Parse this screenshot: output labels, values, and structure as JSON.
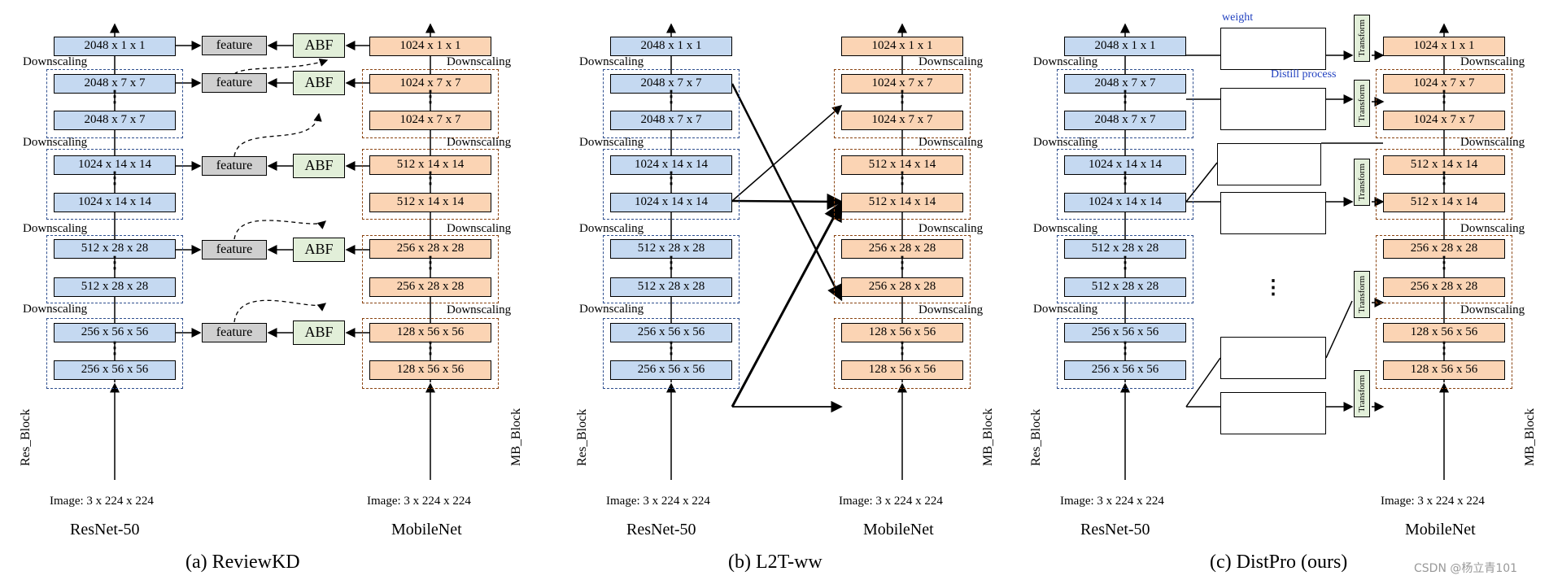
{
  "panels": [
    {
      "caption": "(a) ReviewKD",
      "left_net": "ResNet-50",
      "right_net": "MobileNet"
    },
    {
      "caption": "(b) L2T-ww",
      "left_net": "ResNet-50",
      "right_net": "MobileNet"
    },
    {
      "caption": "(c) DistPro (ours)",
      "left_net": "ResNet-50",
      "right_net": "MobileNet"
    }
  ],
  "resnet_boxes": [
    "2048 x 1 x 1",
    "2048 x 7 x 7",
    "2048 x 7 x 7",
    "1024 x 14 x 14",
    "1024 x 14 x 14",
    "512 x 28 x 28",
    "512 x 28 x 28",
    "256 x 56 x 56",
    "256 x 56 x 56"
  ],
  "mobilenet_boxes": [
    "1024 x 1 x 1",
    "1024 x 7 x 7",
    "1024 x 7 x 7",
    "512 x 14 x 14",
    "512 x 14 x 14",
    "256 x 28 x 28",
    "256 x 28 x 28",
    "128 x 56 x 56",
    "128 x 56 x 56"
  ],
  "labels": {
    "downscaling": "Downscaling",
    "res_block": "Res_Block",
    "mb_block": "MB_Block",
    "image_input": "Image: 3 x 224 x 224",
    "feature": "feature",
    "abf": "ABF",
    "transform": "Transform",
    "weight": "weight",
    "distill_process": "Distill process"
  },
  "watermark": "CSDN @杨立青101"
}
